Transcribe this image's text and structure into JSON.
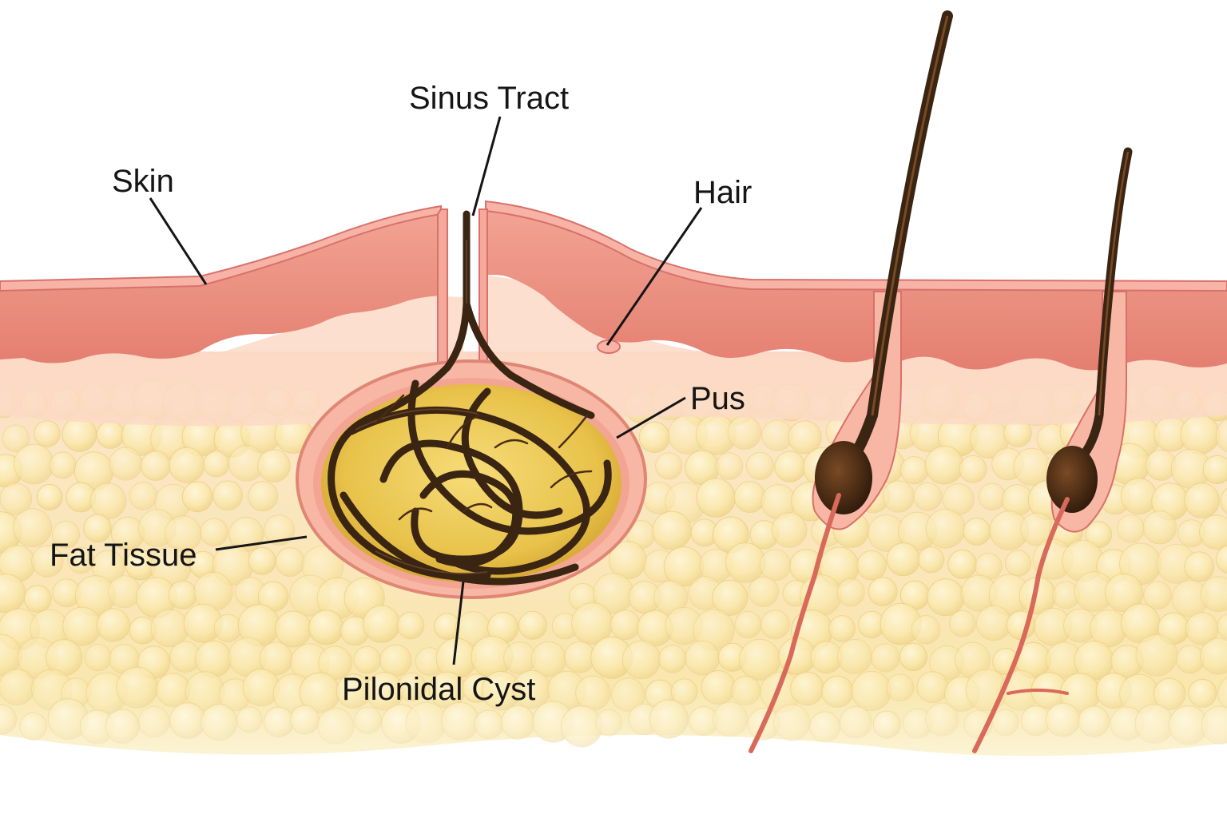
{
  "diagram": {
    "labels": {
      "sinus_tract": "Sinus Tract",
      "skin": "Skin",
      "hair": "Hair",
      "pus": "Pus",
      "fat_tissue": "Fat Tissue",
      "pilonidal_cyst": "Pilonidal Cyst"
    }
  },
  "colors": {
    "background": "#ffffff",
    "skin_surface": "#f19a8c",
    "skin_dermis": "#e98c7d",
    "dermis_light": "#fad2c2",
    "fat": "#f7e3a3",
    "fat_globule": "#fbeeb8",
    "cyst_wall": "#f2a08f",
    "pus": "#e8c44a",
    "hair": "#3a2412",
    "vessel": "#d9695a",
    "leader_line": "#151515"
  }
}
